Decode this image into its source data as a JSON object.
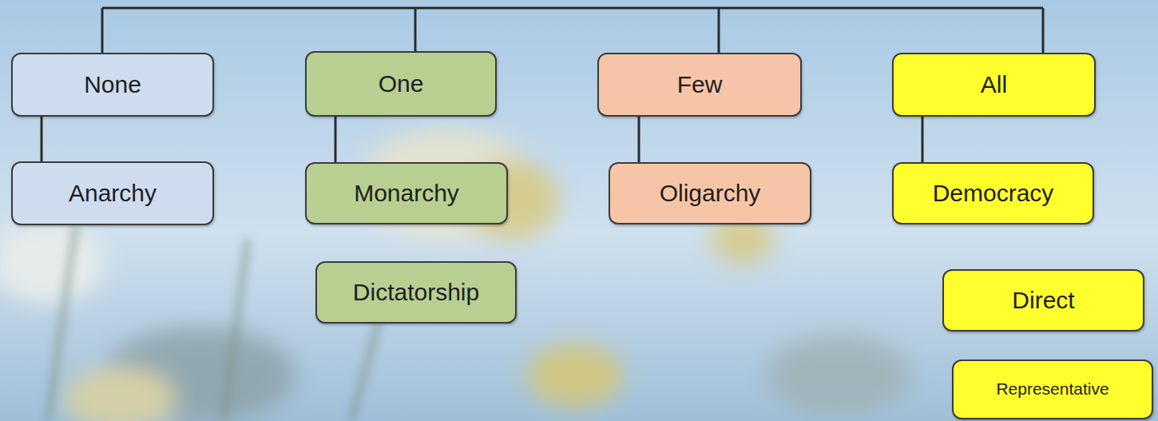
{
  "diagram": {
    "nodes": [
      {
        "text": [
          "None"
        ]
      },
      {
        "text": [
          "One"
        ]
      },
      {
        "text": [
          "Few"
        ]
      },
      {
        "text": [
          "All"
        ]
      },
      {
        "text": [
          "Anarchy"
        ]
      },
      {
        "text": [
          "Monarchy"
        ]
      },
      {
        "text": [
          "Oligarchy"
        ]
      },
      {
        "text": [
          "Democracy"
        ]
      },
      {
        "text": [
          "Dictatorship"
        ]
      },
      {
        "text": [
          "Direct"
        ]
      },
      {
        "text": [
          "Representative"
        ]
      }
    ],
    "edges": [
      {
        "from": 0,
        "to": 4,
        "arrow": "none"
      },
      {
        "from": 1,
        "to": 5,
        "arrow": "none"
      },
      {
        "from": 2,
        "to": 6,
        "arrow": "none"
      },
      {
        "from": 3,
        "to": 7,
        "arrow": "none"
      }
    ]
  }
}
